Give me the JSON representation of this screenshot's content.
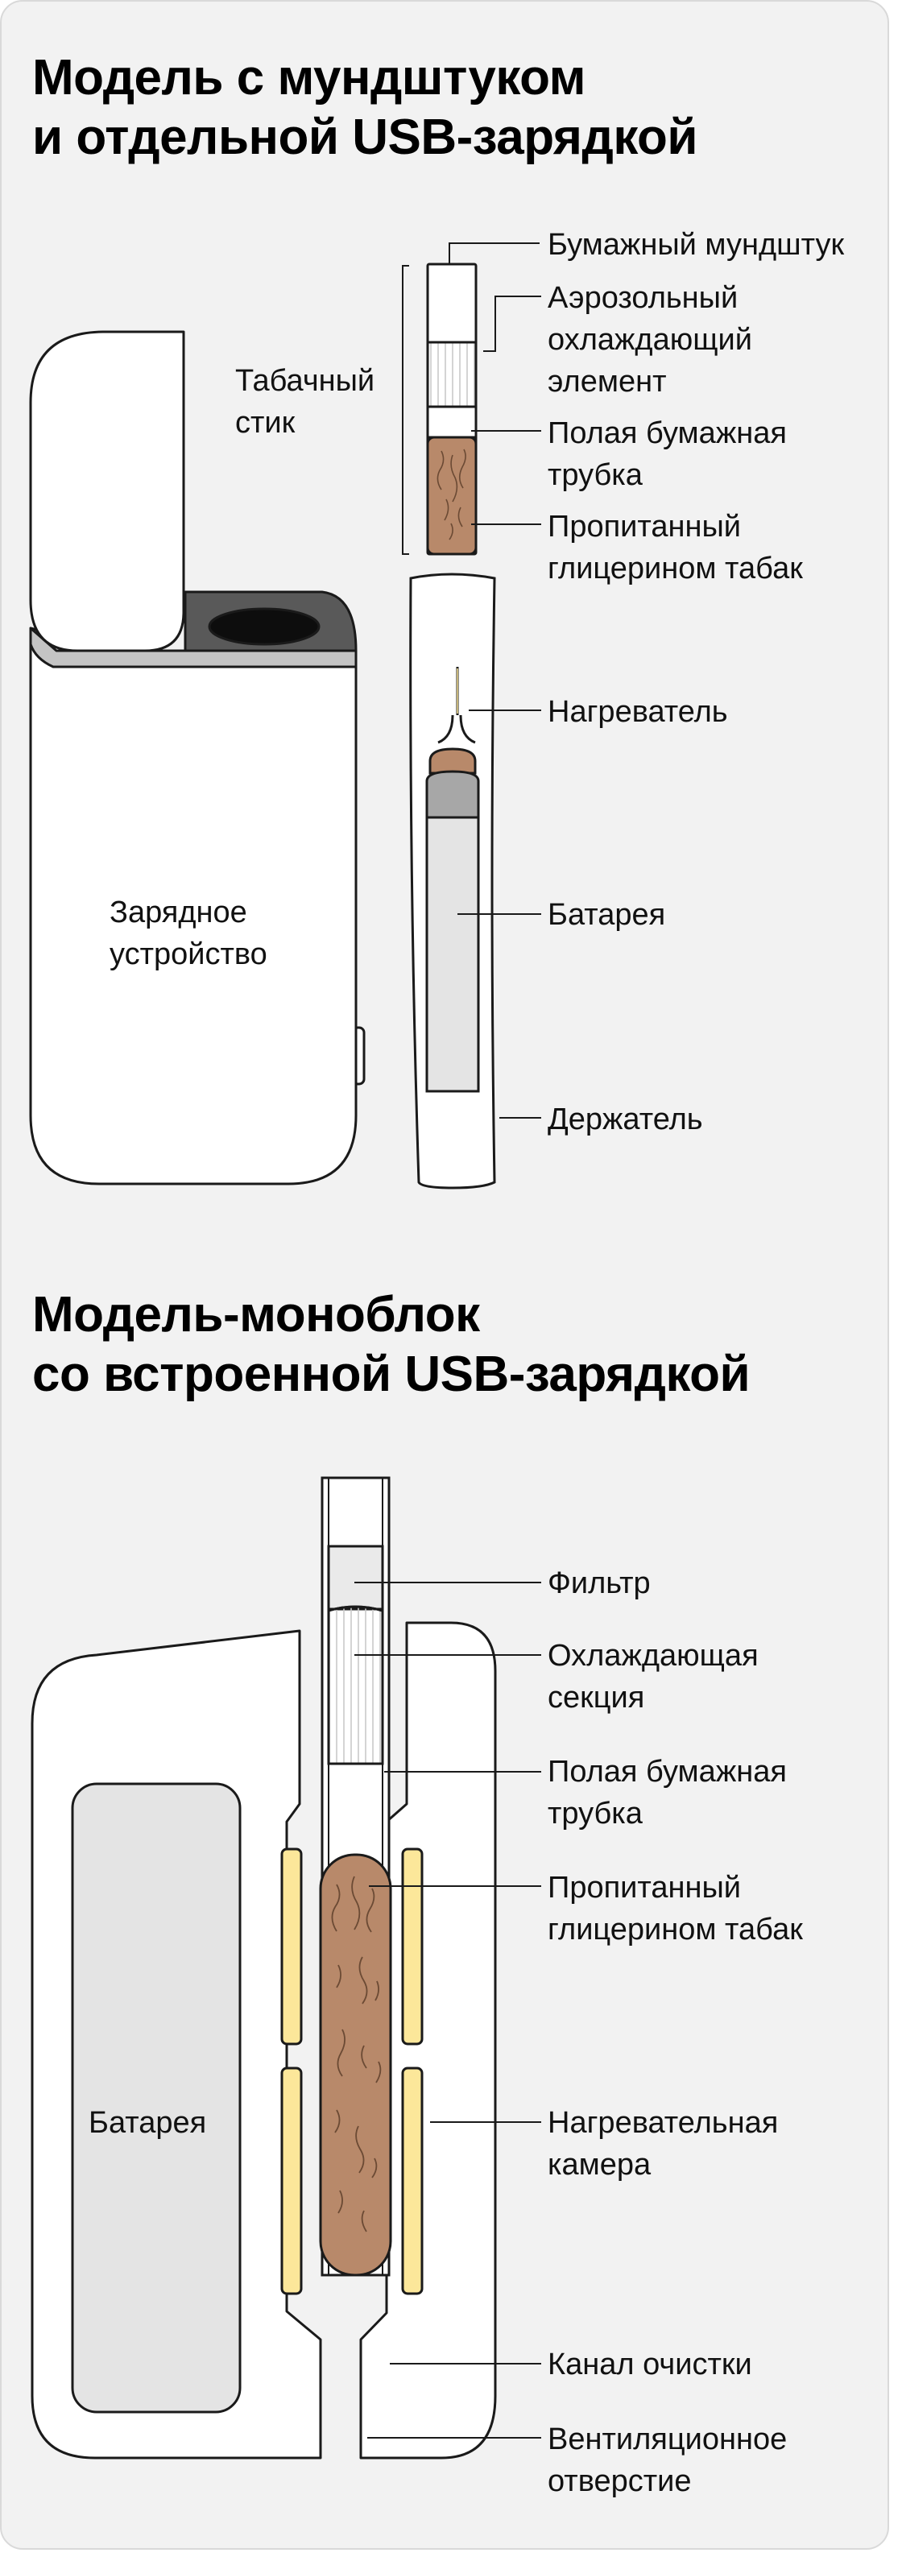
{
  "colors": {
    "background": "#f2f2f2",
    "device_fill": "#ffffff",
    "outline": "#1a1a1a",
    "tobacco": "#b8896a",
    "battery": "#e4e4e4",
    "heater_yellow": "#fce79a",
    "grey_band": "#a7a7a7",
    "dark_band": "#5a5a5a"
  },
  "section1": {
    "title_line1": "Модель с мундштуком",
    "title_line2": "и отдельной USB-зарядкой",
    "tobacco_stick_label_line1": "Табачный",
    "tobacco_stick_label_line2": "стик",
    "charger_label_line1": "Зарядное",
    "charger_label_line2": "устройство",
    "callouts": {
      "paper_mouthpiece": "Бумажный мундштук",
      "aerosol_line1": "Аэрозольный",
      "aerosol_line2": "охлаждающий",
      "aerosol_line3": "элемент",
      "hollow_tube_line1": "Полая бумажная",
      "hollow_tube_line2": "трубка",
      "tobacco_line1": "Пропитанный",
      "tobacco_line2": "глицерином табак",
      "heater": "Нагреватель",
      "battery": "Батарея",
      "holder": "Держатель"
    }
  },
  "section2": {
    "title_line1": "Модель-моноблок",
    "title_line2": "со встроенной USB-зарядкой",
    "battery_label": "Батарея",
    "callouts": {
      "filter": "Фильтр",
      "cooling_line1": "Охлаждающая",
      "cooling_line2": "секция",
      "hollow_tube_line1": "Полая бумажная",
      "hollow_tube_line2": "трубка",
      "tobacco_line1": "Пропитанный",
      "tobacco_line2": "глицерином табак",
      "heating_chamber_line1": "Нагревательная",
      "heating_chamber_line2": "камера",
      "cleaning_channel": "Канал очистки",
      "vent_line1": "Вентиляционное",
      "vent_line2": "отверстие"
    }
  }
}
